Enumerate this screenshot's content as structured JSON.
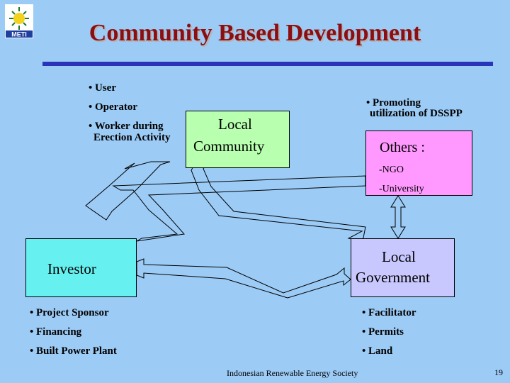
{
  "logo": {
    "text": "METI",
    "icon": "sun-icon"
  },
  "title": "Community Based Development",
  "local_community": {
    "label_line1": "Local",
    "label_line2": "Community",
    "roles": [
      "• User",
      "• Operator",
      "• Worker during",
      "Erection Activity"
    ]
  },
  "others": {
    "label": "Others :",
    "note_line1": "• Promoting",
    "note_line2": "utilization of DSSPP",
    "items": [
      "-NGO",
      "-University"
    ]
  },
  "investor": {
    "label": "Investor",
    "items": [
      "• Project Sponsor",
      "• Financing",
      "• Built Power Plant"
    ]
  },
  "local_government": {
    "label_line1": "Local",
    "label_line2": "Government",
    "items": [
      "• Facilitator",
      "• Permits",
      "• Land"
    ]
  },
  "footer": "Indonesian Renewable Energy Society",
  "page_number": "19",
  "colors": {
    "background": "#9ccbf6",
    "title": "#8b0f12",
    "rule": "#2a34b8",
    "local_community": "#b8ffb0",
    "others": "#ff99ff",
    "investor": "#66f0f0",
    "local_government": "#c8c8ff"
  }
}
